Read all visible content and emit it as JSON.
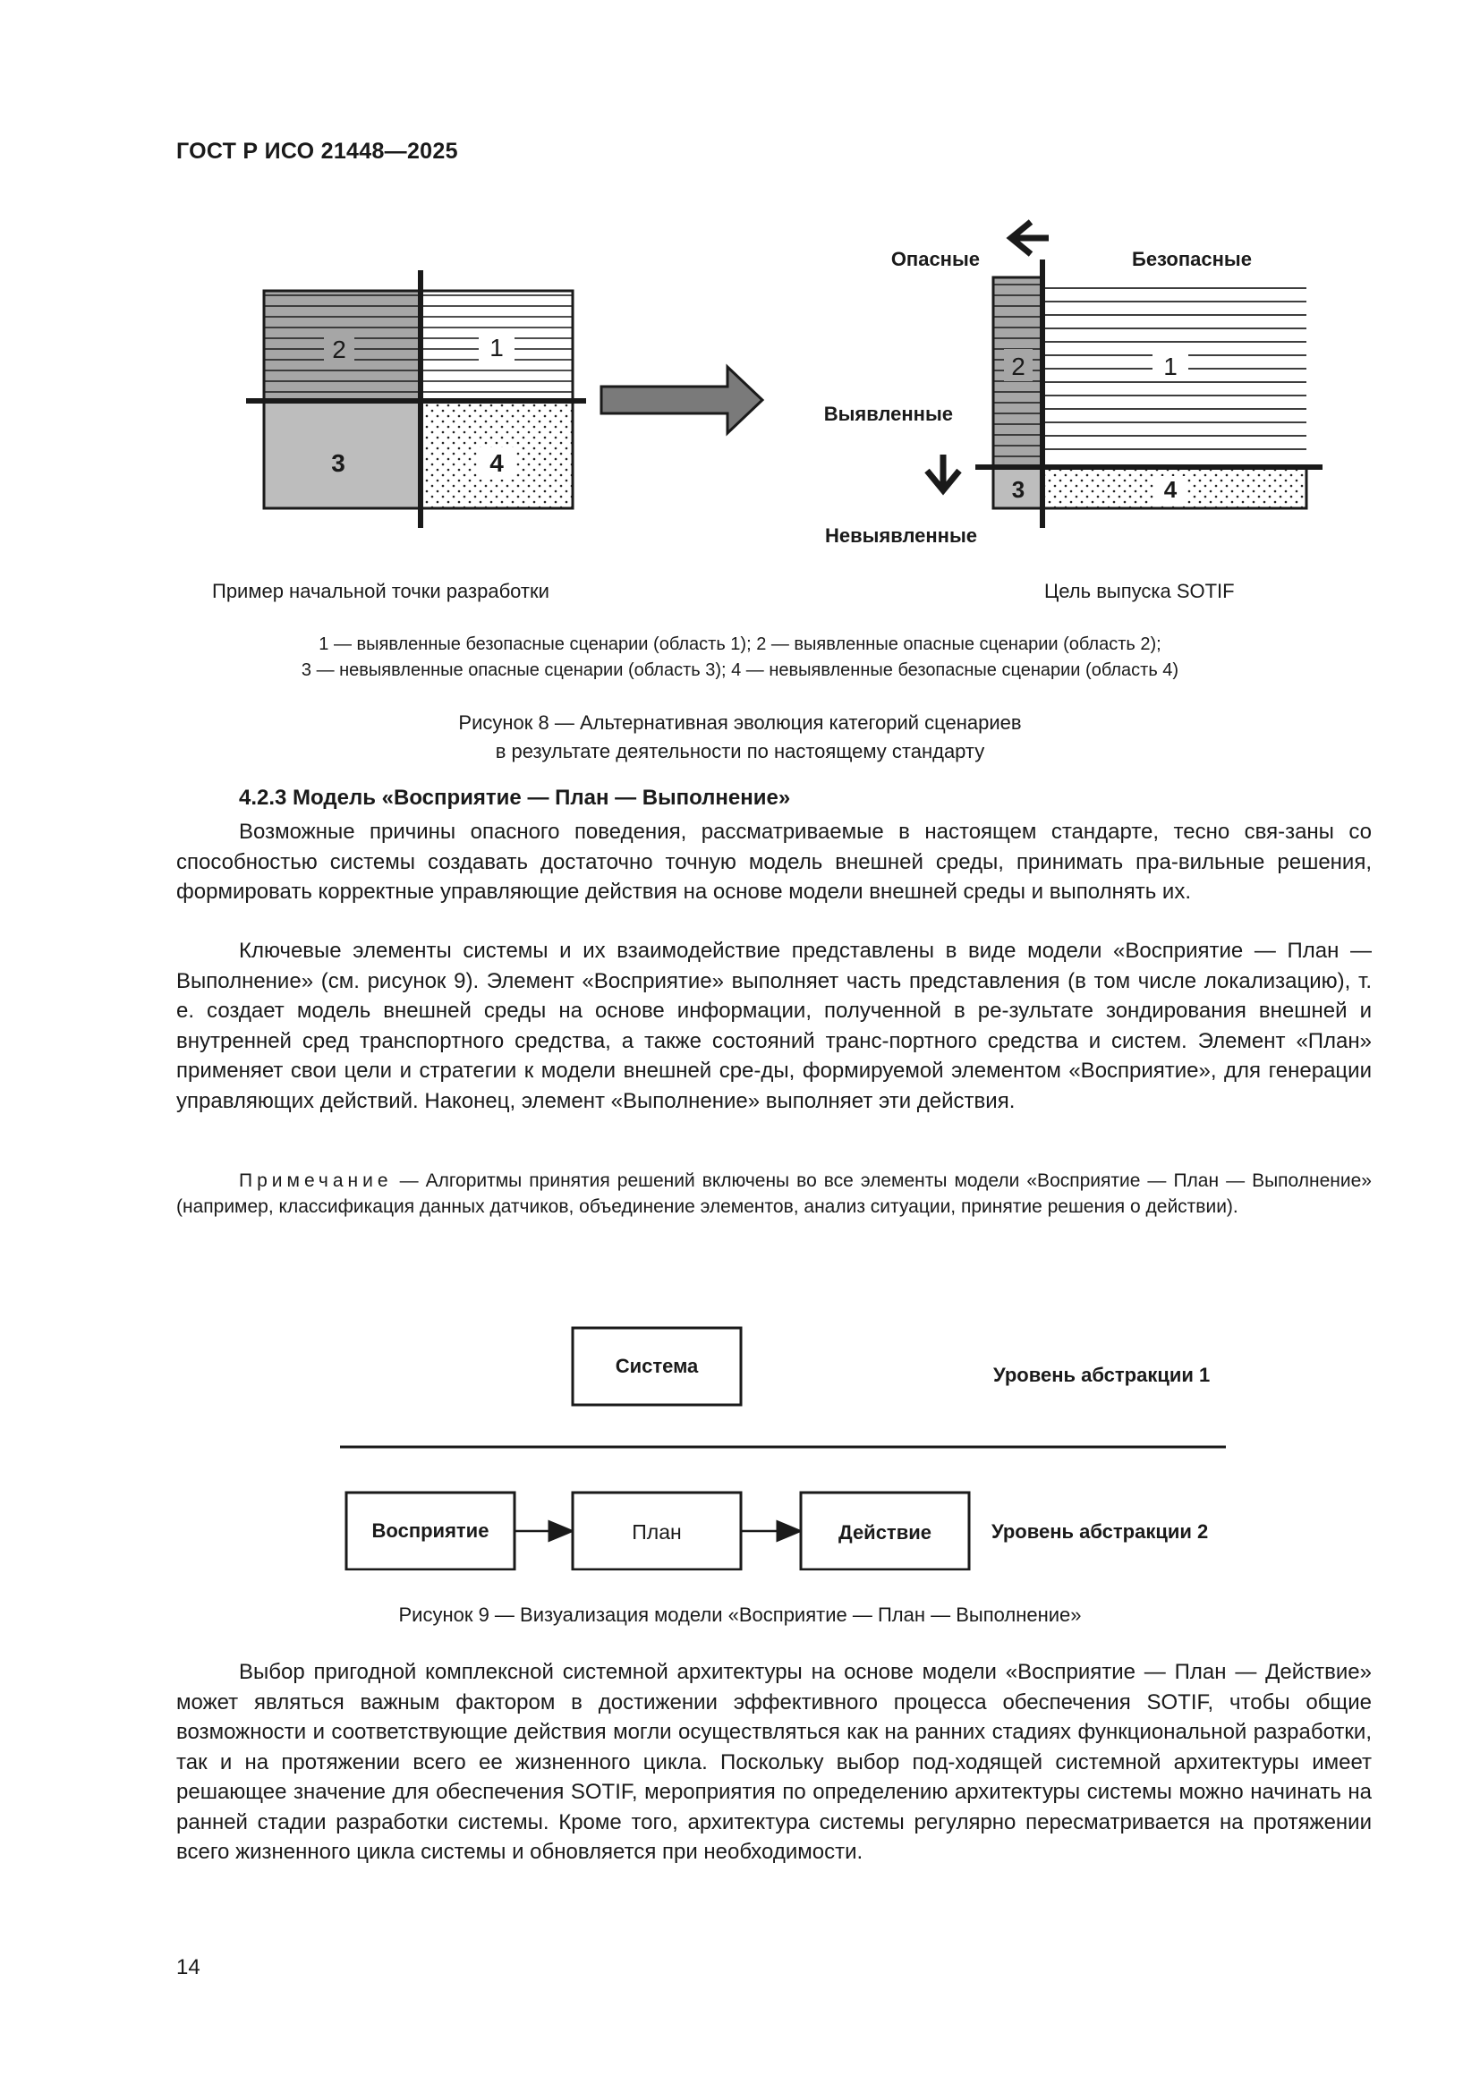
{
  "header": {
    "doc_id": "ГОСТ Р ИСО 21448—2025"
  },
  "figure8": {
    "left_box": {
      "area1": "1",
      "area2": "2",
      "area3": "3",
      "area4": "4"
    },
    "right_box": {
      "area1": "1",
      "area2": "2",
      "area3": "3",
      "area4": "4"
    },
    "label_hazardous": "Опасные",
    "label_safe": "Безопасные",
    "label_known": "Выявленные",
    "label_unknown": "Невыявленные",
    "caption_left": "Пример начальной точки разработки",
    "caption_right": "Цель выпуска SOTIF",
    "legend_line1": "1 — выявленные безопасные сценарии (область 1); 2 — выявленные опасные сценарии (область 2);",
    "legend_line2": "3 — невыявленные опасные сценарии (область 3); 4 — невыявленные безопасные сценарии (область 4)",
    "title_line1": "Рисунок 8 — Альтернативная эволюция категорий сценариев",
    "title_line2": "в результате деятельности по настоящему стандарту"
  },
  "section": {
    "title": "4.2.3 Модель «Восприятие — План — Выполнение»",
    "para1": "Возможные причины опасного поведения, рассматриваемые в настоящем стандарте, тесно свя-заны со способностью системы создавать достаточно точную модель внешней среды, принимать пра-вильные решения, формировать корректные управляющие действия на основе модели внешней среды и выполнять их.",
    "para2": "Ключевые элементы системы и их взаимодействие представлены в виде модели «Восприятие — План — Выполнение» (см. рисунок 9). Элемент «Восприятие» выполняет часть представления (в том числе локализацию), т. е. создает модель внешней среды на основе информации, полученной в ре-зультате зондирования внешней и внутренней сред транспортного средства, а также состояний транс-портного средства и систем. Элемент «План» применяет свои цели и стратегии к модели внешней сре-ды, формируемой элементом «Восприятие», для генерации управляющих действий. Наконец, элемент «Выполнение» выполняет эти действия.",
    "note_label": "Примечание",
    "note_text": " — Алгоритмы принятия решений включены во все элементы модели «Восприятие — План — Выполнение» (например, классификация данных датчиков, объединение элементов, анализ ситуации, принятие решения о действии)."
  },
  "figure9": {
    "system": "Система",
    "level1": "Уровень абстракции 1",
    "perception": "Восприятие",
    "plan": "План",
    "action": "Действие",
    "level2": "Уровень абстракции 2",
    "title": "Рисунок 9 — Визуализация модели «Восприятие — План — Выполнение»"
  },
  "closing": {
    "para": "Выбор пригодной комплексной системной архитектуры на основе модели «Восприятие — План — Действие» может являться важным фактором в достижении эффективного процесса обеспечения SOTIF, чтобы общие возможности и соответствующие действия могли осуществляться как на ранних стадиях функциональной разработки, так и на протяжении всего ее жизненного цикла. Поскольку выбор под-ходящей системной архитектуры имеет решающее значение для обеспечения SOTIF, мероприятия по определению архитектуры системы можно начинать на ранней стадии разработки системы. Кроме того, архитектура системы регулярно пересматривается на протяжении всего жизненного цикла системы и обновляется при необходимости."
  },
  "footer": {
    "page_number": "14"
  }
}
